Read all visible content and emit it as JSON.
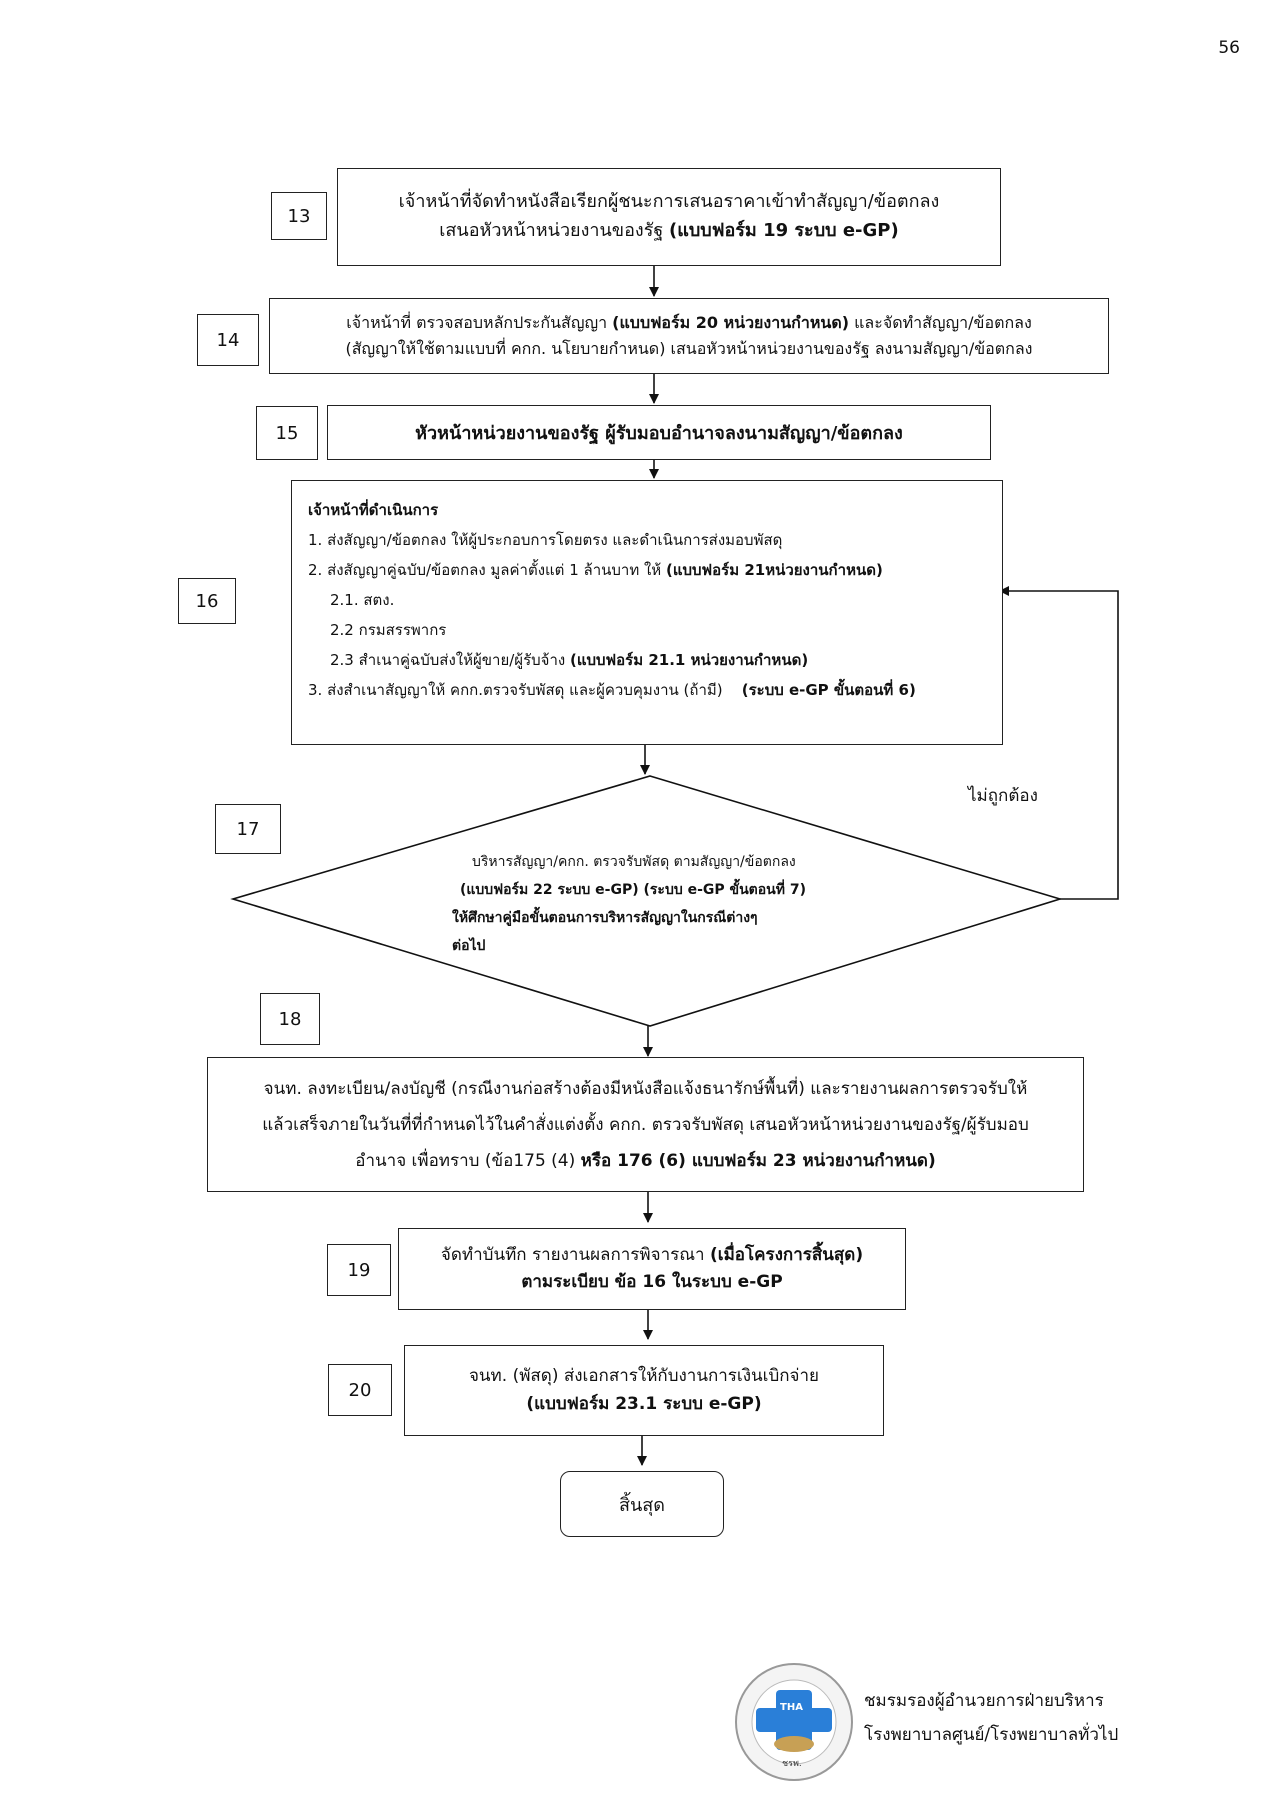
{
  "page_number": "56",
  "steps": {
    "s13": {
      "num": "13",
      "l1": "เจ้าหน้าที่จัดทำหนังสือเรียกผู้ชนะการเสนอราคาเข้าทำสัญญา/ข้อตกลง",
      "l2a": "เสนอหัวหน้าหน่วยงานของรัฐ ",
      "l2b": "(แบบฟอร์ม 19 ระบบ e-GP)"
    },
    "s14": {
      "num": "14",
      "l1a": "เจ้าหน้าที่ ตรวจสอบหลักประกันสัญญา ",
      "l1b": "(แบบฟอร์ม 20 หน่วยงานกำหนด)",
      "l1c": " และจัดทำสัญญา/ข้อตกลง",
      "l2": "(สัญญาให้ใช้ตามแบบที่ คกก. นโยบายกำหนด) เสนอหัวหน้าหน่วยงานของรัฐ ลงนามสัญญา/ข้อตกลง"
    },
    "s15": {
      "num": "15",
      "text": "หัวหน้าหน่วยงานของรัฐ ผู้รับมอบอำนาจลงนามสัญญา/ข้อตกลง"
    },
    "s16": {
      "num": "16",
      "heading": "เจ้าหน้าที่ดำเนินการ",
      "i1": "1. ส่งสัญญา/ข้อตกลง ให้ผู้ประกอบการโดยตรง และดำเนินการส่งมอบพัสดุ",
      "i2a": "2. ส่งสัญญาคู่ฉบับ/ข้อตกลง มูลค่าตั้งแต่ 1 ล้านบาท ให้ ",
      "i2b": "(แบบฟอร์ม 21หน่วยงานกำหนด)",
      "i21": "2.1. สตง.",
      "i22": "2.2 กรมสรรพากร",
      "i23a": "2.3 สำเนาคู่ฉบับส่งให้ผู้ขาย/ผู้รับจ้าง ",
      "i23b": "(แบบฟอร์ม 21.1 หน่วยงานกำหนด)",
      "i3a": "3. ส่งสำเนาสัญญาให้ คกก.ตรวจรับพัสดุ และผู้ควบคุมงาน (ถ้ามี)    ",
      "i3b": "(ระบบ e-GP ขั้นตอนที่ 6)"
    },
    "s17": {
      "num": "17",
      "l1": "บริหารสัญญา/คกก. ตรวจรับพัสดุ ตามสัญญา/ข้อตกลง",
      "l2": "(แบบฟอร์ม 22 ระบบ e-GP) (ระบบ e-GP ขั้นตอนที่ 7)",
      "l3": "ให้ศึกษาคู่มือขั้นตอนการบริหารสัญญาในกรณีต่างๆ",
      "l4": "ต่อไป",
      "no_label": "ไม่ถูกต้อง"
    },
    "s18": {
      "num": "18",
      "l1": "จนท. ลงทะเบียน/ลงบัญชี (กรณีงานก่อสร้างต้องมีหนังสือแจ้งธนารักษ์พื้นที่) และรายงานผลการตรวจรับให้",
      "l2": "แล้วเสร็จภายในวันที่ที่กำหนดไว้ในคำสั่งแต่งตั้ง คกก. ตรวจรับพัสดุ เสนอหัวหน้าหน่วยงานของรัฐ/ผู้รับมอบ",
      "l3a": "อำนาจ เพื่อทราบ  (ข้อ175 (4) ",
      "l3b": "หรือ 176 (6) แบบฟอร์ม 23 หน่วยงานกำหนด)"
    },
    "s19": {
      "num": "19",
      "l1a": "จัดทำบันทึก รายงานผลการพิจารณา ",
      "l1b": "(เมื่อโครงการสิ้นสุด)",
      "l2": "ตามระเบียบ ข้อ 16  ในระบบ  e-GP"
    },
    "s20": {
      "num": "20",
      "l1": "จนท. (พัสดุ) ส่งเอกสารให้กับงานการเงินเบิกจ่าย",
      "l2": "(แบบฟอร์ม 23.1 ระบบ e-GP)"
    },
    "end": {
      "text": "สิ้นสุด"
    }
  },
  "footer": {
    "line1": "ชมรมรองผู้อำนวยการฝ่ายบริหาร",
    "line2": "โรงพยาบาลศูนย์/โรงพยาบาลทั่วไป",
    "logo_text": "THA",
    "logo_sub": "ชรพ."
  }
}
